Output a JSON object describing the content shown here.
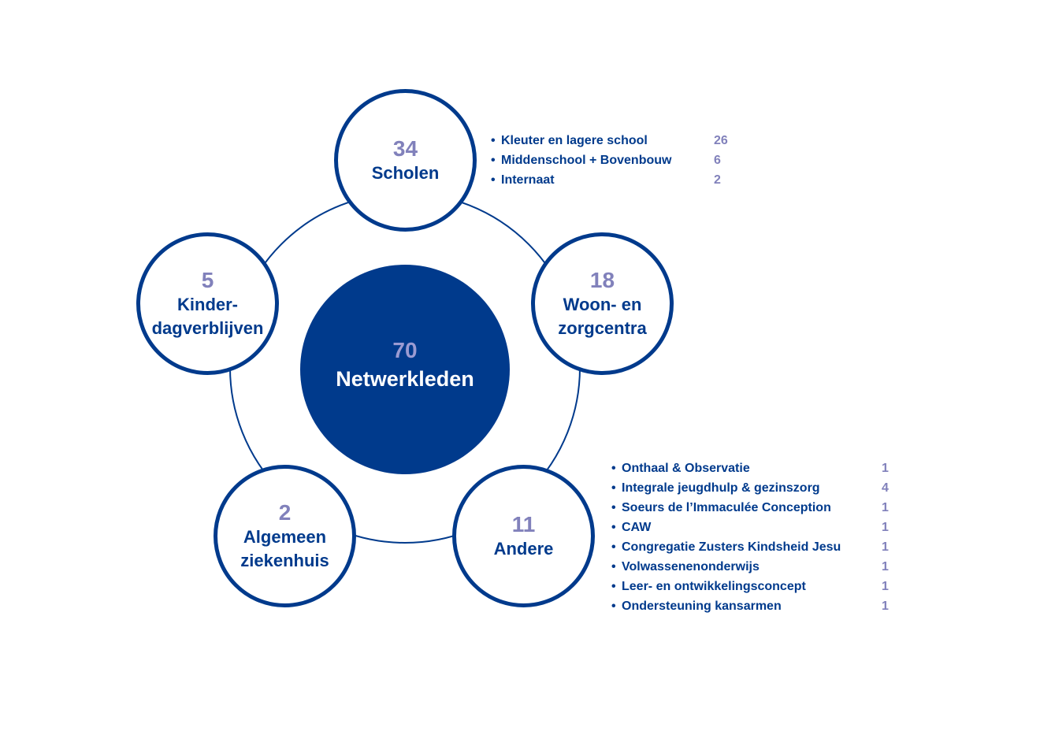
{
  "center": {
    "count": "70",
    "label": "Netwerkleden"
  },
  "nodes": [
    {
      "id": "scholen",
      "count": "34",
      "label": "Scholen"
    },
    {
      "id": "woonzorg",
      "count": "18",
      "label": "Woon- en\nzorgcentra"
    },
    {
      "id": "andere",
      "count": "11",
      "label": "Andere"
    },
    {
      "id": "ziekenhuis",
      "count": "2",
      "label": "Algemeen\nziekenhuis"
    },
    {
      "id": "kinderdag",
      "count": "5",
      "label": "Kinder-\ndagverblijven"
    }
  ],
  "scholen_breakdown": [
    {
      "name": "Kleuter en lagere school",
      "value": "26"
    },
    {
      "name": "Middenschool + Bovenbouw",
      "value": "6"
    },
    {
      "name": "Internaat",
      "value": "2"
    }
  ],
  "andere_breakdown": [
    {
      "name": "Onthaal & Observatie",
      "value": "1"
    },
    {
      "name": "Integrale jeugdhulp & gezinszorg",
      "value": "4"
    },
    {
      "name": "Soeurs de l’Immaculée Conception",
      "value": "1"
    },
    {
      "name": "CAW",
      "value": "1"
    },
    {
      "name": "Congregatie Zusters Kindsheid Jesu",
      "value": "1"
    },
    {
      "name": "Volwassenenonderwijs",
      "value": "1"
    },
    {
      "name": "Leer- en ontwikkelingsconcept",
      "value": "1"
    },
    {
      "name": "Ondersteuning kansarmen",
      "value": "1"
    }
  ],
  "colors": {
    "primary": "#003a8c",
    "accent": "#8181bb",
    "background": "#ffffff"
  }
}
